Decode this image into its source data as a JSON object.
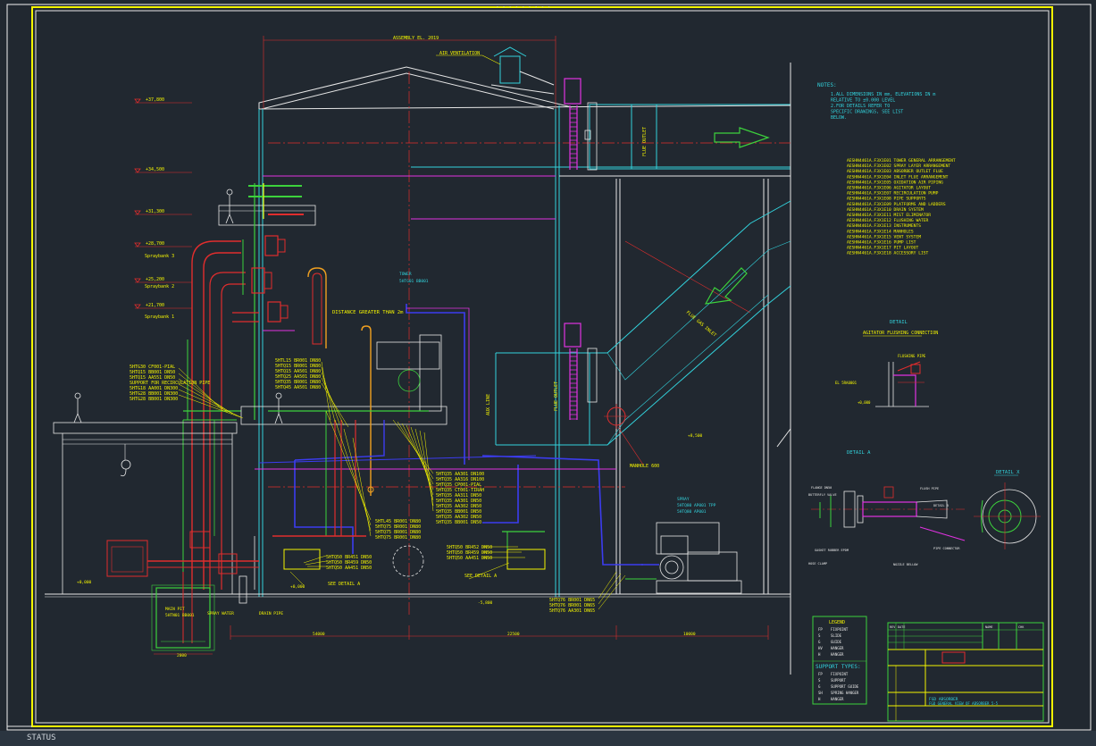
{
  "drawing": {
    "top_title": "- -  - - -  -  - - -",
    "dim_top": "ASSEMBLY EL. 2019",
    "air_vent": "AIR VENTILATION",
    "outlet_label": "FLUE OUTLET",
    "elevations": [
      "+37,800",
      "+34,500",
      "+31,300",
      "+28,700",
      "+25,200",
      "+21,700",
      "+0,000",
      "-5,800",
      "+8,500",
      "+0,000"
    ],
    "spraybanks": [
      "Spraybank 3",
      "Spraybank 2",
      "Spraybank 1"
    ],
    "distance_note": "DISTANCE GREATER THAN 2m",
    "tower_label": [
      "TOWER",
      "5HTG01 BB001"
    ],
    "left_callouts": [
      "5HTG30 CF001-PIAL",
      "5HTQ15 BB001 DN50",
      "5HTQ15 AA551 DN50",
      "SUPPORT FOR RECIRCULATION PIPE",
      "5HTG18 AA001 DN300",
      "5HTG28 BB001 DN300",
      "5HTG28 BB001 DN300"
    ],
    "mid_callouts": [
      "5HTL15 BR001 DN80",
      "5HTQ15 BR001 DN80",
      "5HTQ15 AA501 DN80",
      "5HTQ25 AA501 DN80",
      "5HTQ35 BR001 DN80",
      "5HTQ45 AA501 DN80"
    ],
    "center_callouts": [
      "5HTQ35 AA301 DN100",
      "5HTQ35 AA316 DN100",
      "5HTQ35 CP001-PIAL",
      "5HTQ35 CT001-TIRAH",
      "5HTQ35 AA311 DN50",
      "5HTQ35 AA301 DN50",
      "5HTQ35 AA302 DN50",
      "5HTQ35 BB001 DN50",
      "5HTQ35 AA302 DN50",
      "5HTQ35 BB001 DN50"
    ],
    "lower_callouts": [
      "5HTL45 BR001 DN80",
      "5HTQ75 BR001 DN80",
      "5HTQ75 BR001 DN80",
      "5HTQ75 BR001 DN80"
    ],
    "bottom_callouts": [
      "5HTQ50 BR451 DN50",
      "5HTQ50 BR459 DN50",
      "5HTQ50 AA451 DN50"
    ],
    "right_callouts": [
      "5HTQ50 BR452 DN50",
      "5HTQ50 BR459 DN50",
      "5HTQ50 AA451 DN50"
    ],
    "pump_callouts": [
      "5HTQ76 BR001 DN65",
      "5HTQ76 BR001 DN65",
      "5HTQ76 AA301 DN65"
    ],
    "see_detail_a": "SEE DETAIL A",
    "see_detail_a2": "SEE DETAIL A",
    "manhole": "MANHOLE 600",
    "flue_gas": "FLUE GAS INLET",
    "flue_up": "FLUE OUTLET",
    "aux_label": "AUX LINE",
    "pump_label": [
      "SPRAY",
      "5HTQ80 AP001 TPP",
      "5HTQ80 AP001"
    ],
    "sump_label": [
      "MAIN PIT",
      "5HTN01 BB001"
    ],
    "sump_elev": "-5,800",
    "sump_a": "SPRAY WATER",
    "sump_b": "DRAIN PIPE",
    "dims_bottom": [
      "54000",
      "22500",
      "10000"
    ],
    "sump_dim": "2000"
  },
  "notes": {
    "heading": "NOTES:",
    "lines": [
      "1.ALL DIMENSIONS IN mm, ELEVATIONS IN m",
      "  RELATIVE TO ±0.000 LEVEL",
      "2.FOR DETAILS REFER TO",
      "  SPECIFIC DRAWINGS, SEE LIST",
      "  BELOW.",
      ""
    ],
    "refs": [
      "AESHN4461A.F3X1E01 TOWER GENERAL ARRANGEMENT",
      "AESHN4461A.F3X1E02 SPRAY LAYER ARRANGEMENT",
      "AESHN4461A.F3X1E03 ABSORBER OUTLET FLUE",
      "AESHN4461A.F3X1E04 INLET FLUE ARRANGEMENT",
      "AESHN4461A.F3X1E05 OXIDATION AIR PIPING",
      "AESHN4461A.F3X1E06 AGITATOR LAYOUT",
      "AESHN4461A.F3X1E07 RECIRCULATION PUMP",
      "AESHN4461A.F3X1E08 PIPE SUPPORTS",
      "AESHN4461A.F3X1E09 PLATFORMS AND LADDERS",
      "AESHN4461A.F3X1E10 DRAIN SYSTEM",
      "AESHN4461A.F3X1E11 MIST ELIMINATOR",
      "AESHN4461A.F3X1E12 FLUSHING WATER",
      "AESHN4461A.F3X1E13 INSTRUMENTS",
      "AESHN4461A.F3X1E14 MANHOLES",
      "AESHN4461A.F3X1E15 VENT SYSTEM",
      "AESHN4461A.F3X1E16 PUMP LIST",
      "AESHN4461A.F3X1E17 PIT LAYOUT",
      "AESHN4461A.F3X1E18 ACCESSORY LIST"
    ]
  },
  "details": {
    "detail_title": "DETAIL",
    "detail_sub": "AGITATOR FLUSHING CONNECTION",
    "detail_a_title": "DETAIL A",
    "detail_x_title": "DETAIL X",
    "da_labels": [
      "FLANGE DN50",
      "BUTTERFLY VALVE",
      "GASKET RUBBER EPDM",
      "HOSE CLAMP",
      "FLUSH PIPE",
      "NOZZLE BELLOW",
      "PIPE CONNECTOR",
      "DETAIL B"
    ],
    "detail_labels": [
      "EL 5RA0001",
      "FLUSHING PIPE",
      "+0,000"
    ]
  },
  "legend": {
    "heading": "LEGEND",
    "rows": [
      [
        "FP",
        "FIXPOINT"
      ],
      [
        "S",
        "SLIDE"
      ],
      [
        "G",
        "GUIDE"
      ],
      [
        "HV",
        "HANGER"
      ],
      [
        "H",
        "HANGER"
      ]
    ],
    "support_heading": "SUPPORT TYPES:",
    "support_rows": [
      [
        "FP",
        "FIXPOINT"
      ],
      [
        "S",
        "SUPPORT"
      ],
      [
        "G",
        "SUPPORT GUIDE"
      ],
      [
        "SH",
        "SPRING HANGER"
      ],
      [
        "H",
        "HANGER"
      ]
    ]
  },
  "titleblock": {
    "drawing_title": "FGD ABSORBER",
    "drawing_sub": "FGD GENERAL VIEW OF ABSORBER 5-5",
    "small": [
      "REV",
      "DATE",
      "NAME",
      "CHK"
    ]
  },
  "status": {
    "text": "STATUS"
  },
  "colors": {
    "bg": "#212830",
    "frame": "#f2f2f2",
    "yellow": "#f4f400",
    "green": "#3cd23c",
    "cyan": "#32d2dc",
    "magenta": "#e132e1",
    "red": "#e12d2d",
    "blue": "#3c3cf0",
    "white": "#e6e6e6"
  }
}
